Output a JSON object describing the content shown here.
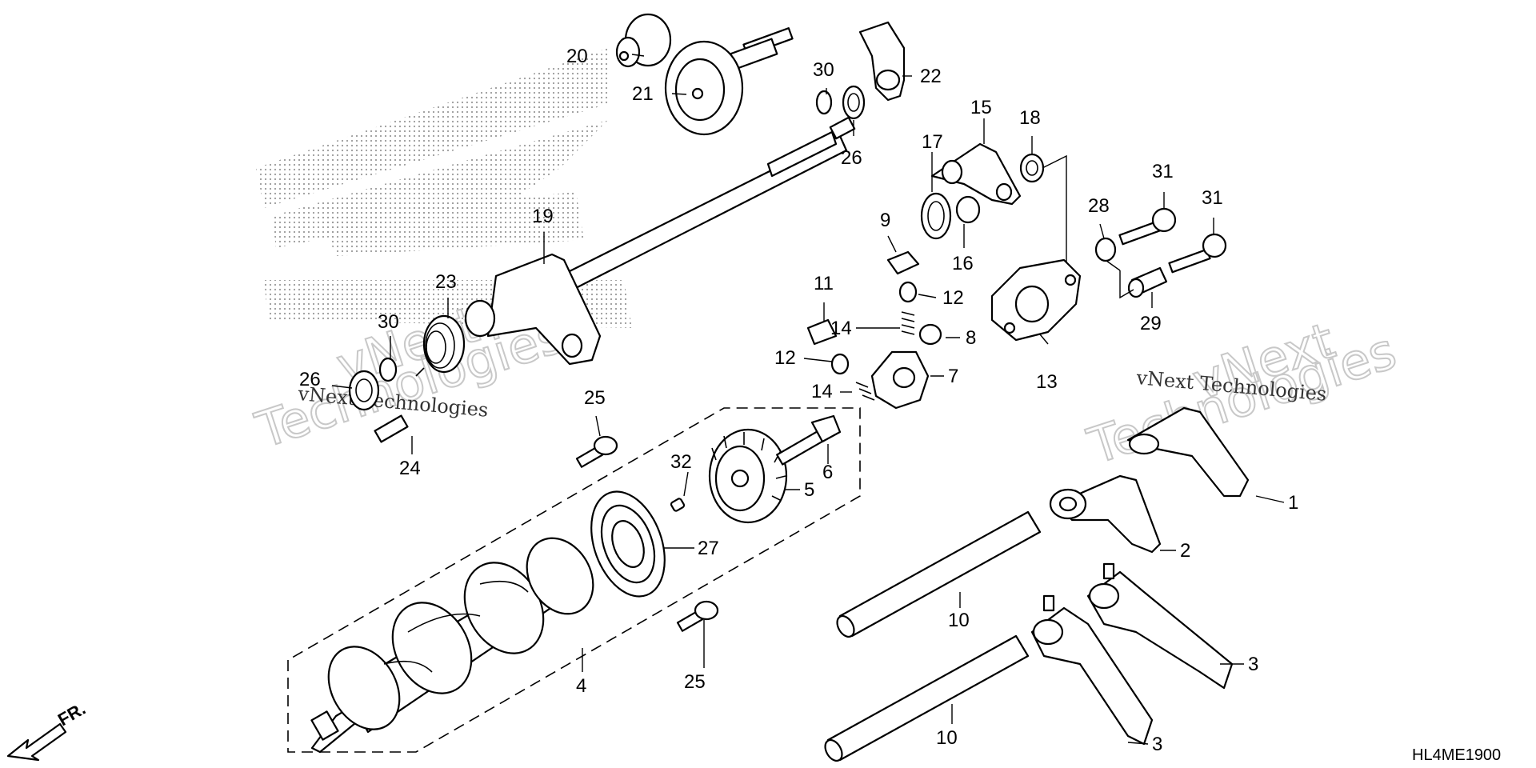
{
  "drawing_code": "HL4ME1900",
  "direction_indicator": "FR.",
  "watermarks": [
    {
      "line1": "vNext",
      "line2": "Technologies",
      "caption": "vNext Technologies"
    },
    {
      "line1": "vNext",
      "line2": "Technologies",
      "caption": "vNext Technologies"
    }
  ],
  "callouts": {
    "c1": "1",
    "c2": "2",
    "c3a": "3",
    "c3b": "3",
    "c4": "4",
    "c5": "5",
    "c6": "6",
    "c7": "7",
    "c8": "8",
    "c9": "9",
    "c10a": "10",
    "c10b": "10",
    "c11": "11",
    "c12a": "12",
    "c12b": "12",
    "c13": "13",
    "c14a": "14",
    "c14b": "14",
    "c15": "15",
    "c16": "16",
    "c17": "17",
    "c18": "18",
    "c19": "19",
    "c20": "20",
    "c21": "21",
    "c22": "22",
    "c23": "23",
    "c24": "24",
    "c25a": "25",
    "c25b": "25",
    "c26a": "26",
    "c26b": "26",
    "c27": "27",
    "c28": "28",
    "c29": "29",
    "c30a": "30",
    "c30b": "30",
    "c31a": "31",
    "c31b": "31",
    "c32": "32"
  }
}
